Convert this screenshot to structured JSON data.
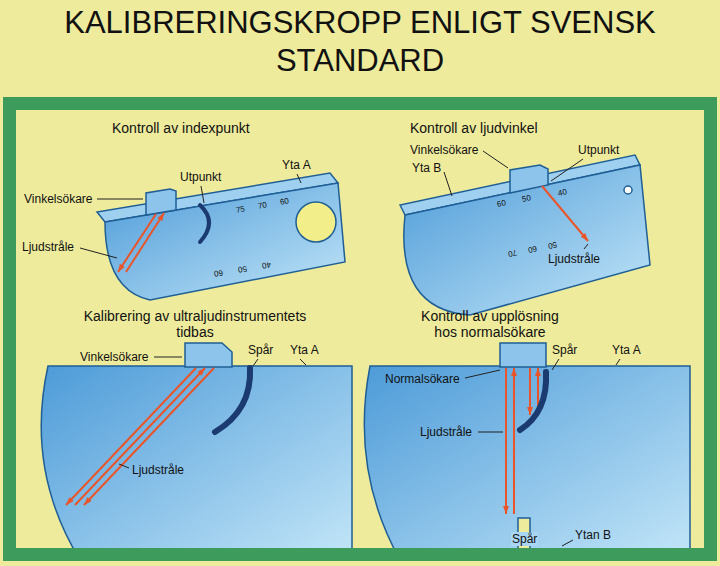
{
  "diagram": {
    "title": "KALIBRERINGSKROPP ENLIGT SVENSK STANDARD",
    "labels": [
      "Kontroll av indexpunkt",
      "Vinkelsökare",
      "Utpunkt",
      "Yta A",
      "Ljudstråle",
      "75",
      "70",
      "60",
      "60",
      "50",
      "40",
      "Kontroll av ljudvinkel",
      "Vinkelsökare",
      "Yta B",
      "Utpunkt",
      "Ljudstråle",
      "60",
      "50",
      "40",
      "70",
      "60",
      "50",
      "Kalibrering av ultraljudinstrumentets tidbas",
      "Vinkelsökare",
      "Spår",
      "Yta A",
      "Ljudstråle",
      "Kontroll av upplösning hos normalsökare",
      "Normalsökare",
      "Spår",
      "Yta A",
      "Ljudstråle",
      "Spår",
      "Ytan B"
    ]
  }
}
